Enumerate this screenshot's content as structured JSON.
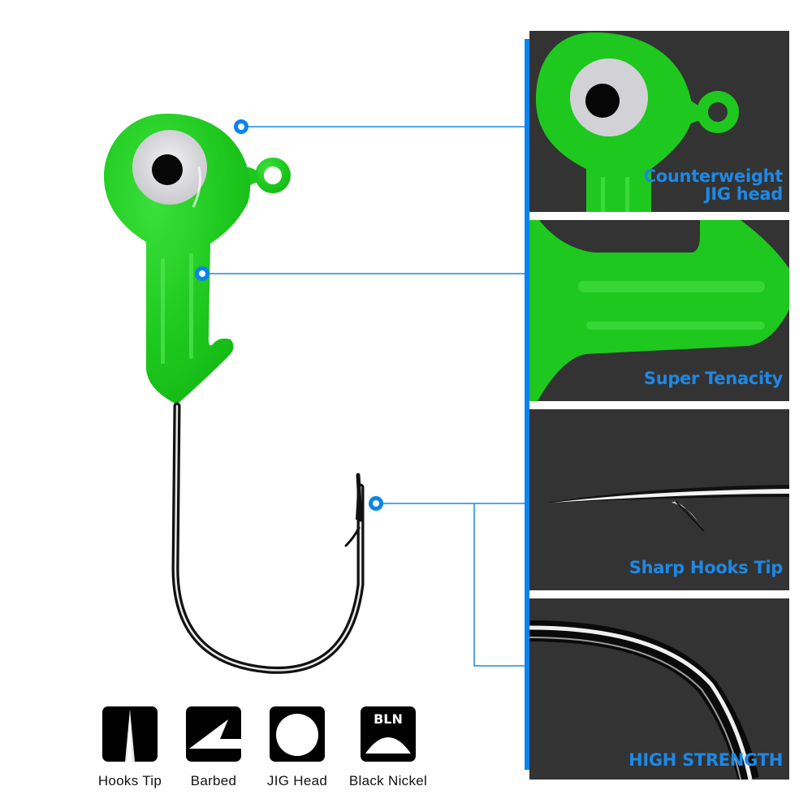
{
  "product": {
    "name": "Fishing jig head hook",
    "head_color": "#22cc22",
    "eye_color": "#d8d8dc",
    "hook_color": "#111111"
  },
  "theme": {
    "accent": "#0a84f0",
    "label_color": "#1e88e5",
    "panel_bg": "#333333"
  },
  "callouts": [
    {
      "target": "Counterweight JIG head",
      "dot": [
        297,
        156
      ]
    },
    {
      "target": "Super Tenacity",
      "dot": [
        249,
        337
      ]
    },
    {
      "target": "Sharp Hooks Tip / HIGH STRENGTH",
      "dot": [
        463,
        620
      ]
    }
  ],
  "panels": [
    {
      "id": "counterweight",
      "label_line1": "Counterweight",
      "label_line2": "JIG head"
    },
    {
      "id": "tenacity",
      "label": "Super Tenacity"
    },
    {
      "id": "sharp-tip",
      "label": "Sharp Hooks Tip"
    },
    {
      "id": "strength",
      "label": "HIGH STRENGTH"
    }
  ],
  "features": [
    {
      "icon": "hook-tip-icon",
      "label": "Hooks Tip"
    },
    {
      "icon": "barbed-icon",
      "label": "Barbed"
    },
    {
      "icon": "jig-head-icon",
      "label": "JIG Head"
    },
    {
      "icon": "black-nickel-icon",
      "label": "Black Nickel",
      "badge": "BLN"
    }
  ]
}
